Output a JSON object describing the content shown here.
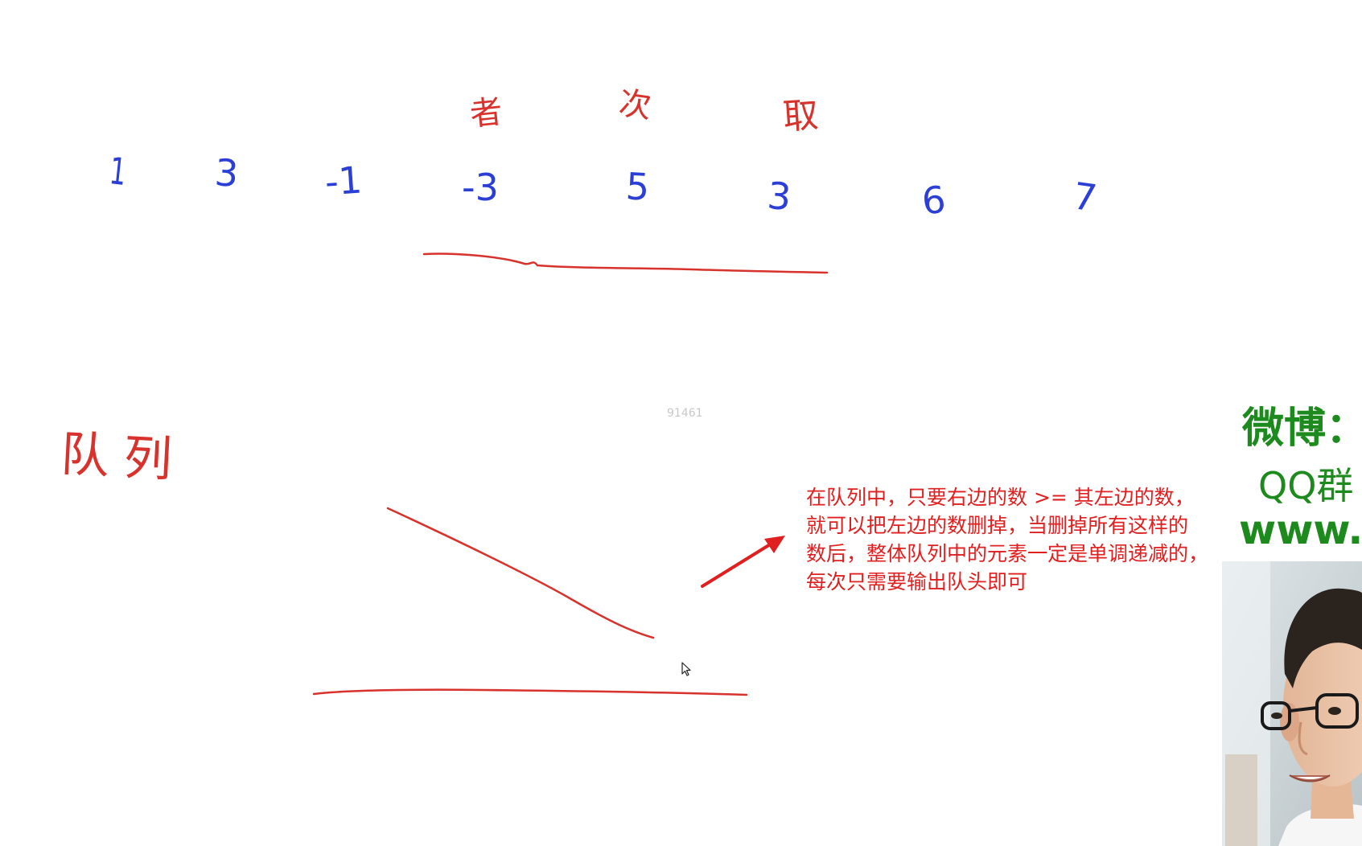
{
  "canvas": {
    "numbers": [
      "1",
      "3",
      "-1",
      "-3",
      "5",
      "3",
      "6",
      "7"
    ],
    "window_marks": [
      "者",
      "次",
      "取"
    ],
    "queue_label": "队列",
    "watermark": "91461"
  },
  "note": {
    "lines": [
      "在队列中，只要右边的数 >= 其左边的数，",
      "就可以把左边的数删掉，当删掉所有这样的",
      "数后，整体队列中的元素一定是单调递减的，",
      "每次只需要输出队头即可"
    ]
  },
  "brand": {
    "weibo": "微博：",
    "qq": "QQ群",
    "site": "www.a"
  },
  "colors": {
    "blue_ink": "#2b3fd6",
    "red_ink": "#d8322c",
    "note_red": "#e02020",
    "brand_green": "#1d8a1d"
  },
  "icons": {
    "cursor": "mouse-pointer-icon",
    "arrow": "red-arrow-icon"
  }
}
